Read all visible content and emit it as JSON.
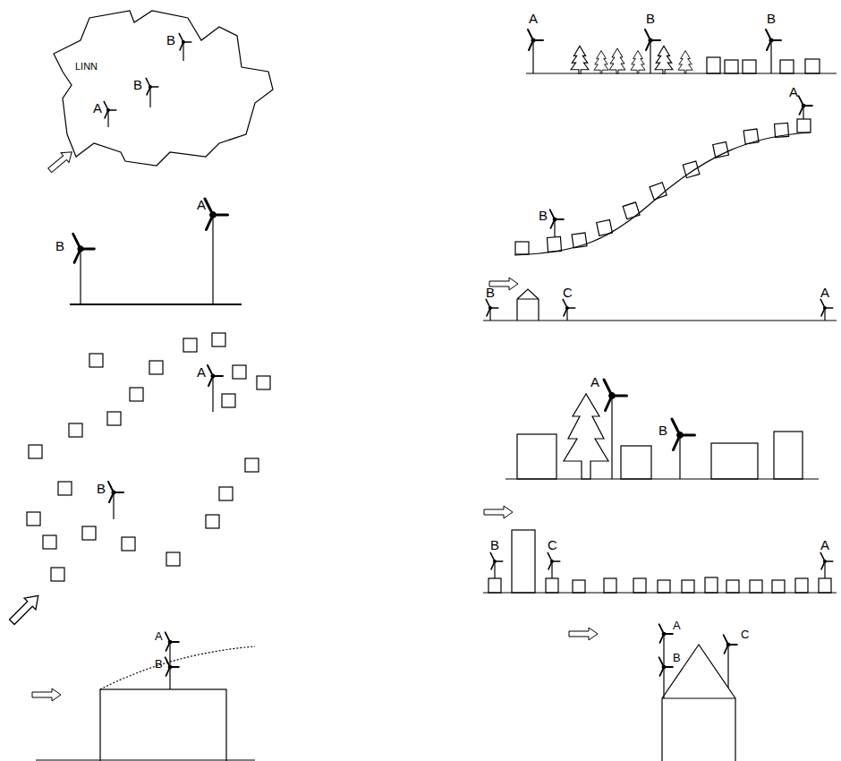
{
  "diagram": {
    "labels": [
      "LINN",
      "B",
      "B",
      "A",
      "B",
      "A",
      "A",
      "B",
      "A",
      "B",
      "A",
      "B",
      "B",
      "A",
      "B",
      "B",
      "C",
      "A",
      "A",
      "B",
      "B",
      "C",
      "A",
      "A",
      "B",
      "C"
    ]
  }
}
